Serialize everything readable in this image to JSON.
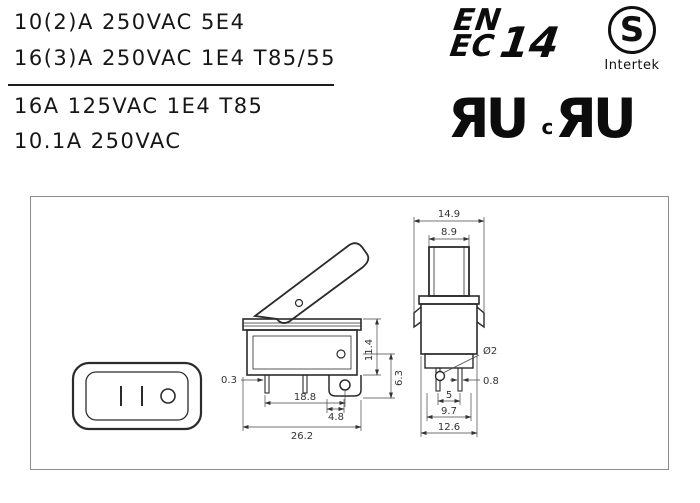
{
  "ratings": {
    "line1": "10(2)A 250VAC 5E4",
    "line2": "16(3)A 250VAC 1E4 T85/55",
    "line3": "16A 125VAC 1E4 T85",
    "line4": "10.1A 250VAC"
  },
  "logos": {
    "enec": {
      "top": "EN",
      "bottom": "EC",
      "number": "14"
    },
    "intertek": {
      "symbol": "S",
      "label": "Intertek"
    },
    "ul": {
      "mark": "ЯU",
      "canada": "c"
    }
  },
  "drawing": {
    "dims": {
      "w14_9": "14.9",
      "w8_9": "8.9",
      "h11_4": "11.4",
      "h6_3": "6.3",
      "t0_3": "0.3",
      "w18_8": "18.8",
      "w4_8": "4.8",
      "w26_2": "26.2",
      "dia2": "Ø2",
      "t0_8": "0.8",
      "p5": "5",
      "w9_7": "9.7",
      "w12_6": "12.6"
    }
  }
}
